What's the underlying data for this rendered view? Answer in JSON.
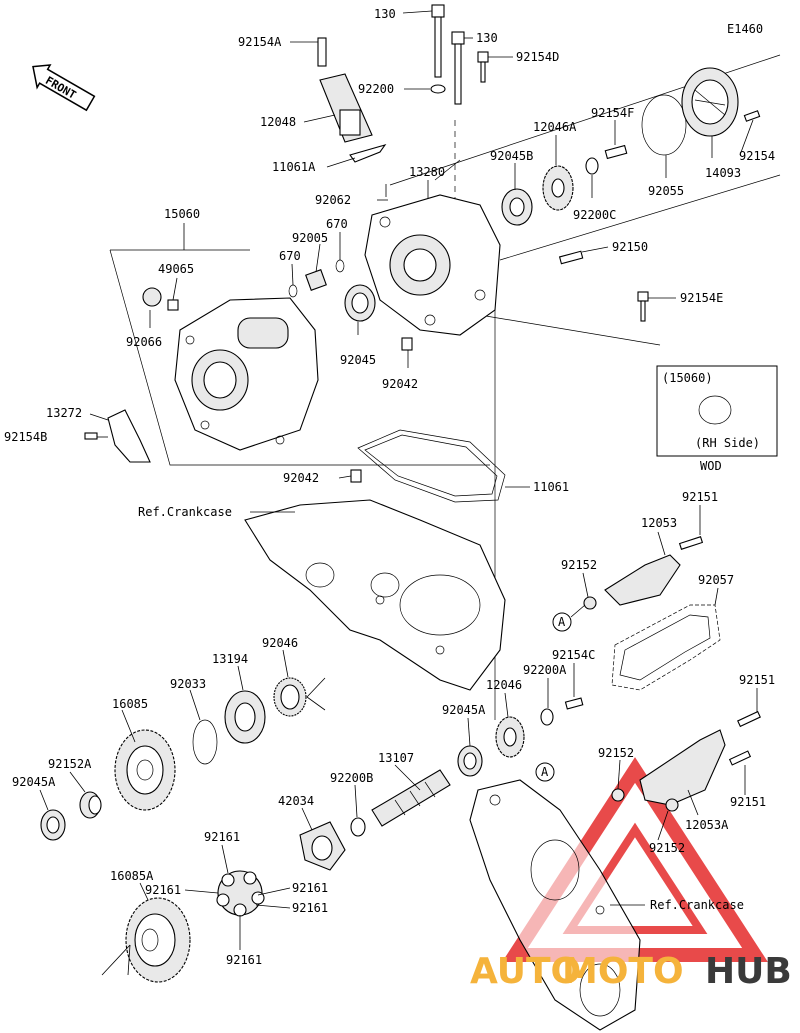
{
  "diagram_code": "E1460",
  "front_label": "FRONT",
  "wod_box": {
    "ref": "(15060)",
    "side": "(RH Side)",
    "caption": "WOD"
  },
  "callout_a": "A",
  "watermark": {
    "part1": "AUTO",
    "part2": "MOTO",
    "part3": "HUB",
    "colors": {
      "auto": "#f5b33b",
      "moto": "#f5b33b",
      "hub": "#3a3a3a",
      "triangle": "#e52b2b"
    }
  },
  "labels": {
    "l130a": "130",
    "l130b": "130",
    "l92154A": "92154A",
    "l92154D": "92154D",
    "l92200": "92200",
    "l12048": "12048",
    "l11061A": "11061A",
    "l92062": "92062",
    "l13280": "13280",
    "l15060": "15060",
    "l670a": "670",
    "l92005": "92005",
    "l670b": "670",
    "l49065": "49065",
    "l92066": "92066",
    "l92045": "92045",
    "l92042a": "92042",
    "l13272": "13272",
    "l92154B": "92154B",
    "l12046A": "12046A",
    "l92045B": "92045B",
    "l92154F": "92154F",
    "l92154": "92154",
    "l92200C": "92200C",
    "l92055": "92055",
    "l14093": "14093",
    "l92150": "92150",
    "l92154E": "92154E",
    "l92042b": "92042",
    "l11061": "11061",
    "lRefCrank1": "Ref.Crankcase",
    "l92151a": "92151",
    "l12053": "12053",
    "l92152a": "92152",
    "l92057": "92057",
    "l92154C": "92154C",
    "l92200A": "92200A",
    "l12046": "12046",
    "l92045A": "92045A",
    "l13194": "13194",
    "l92046": "92046",
    "l92033": "92033",
    "l16085": "16085",
    "l92152A": "92152A",
    "l92045Aleft": "92045A",
    "l13107": "13107",
    "l92200B": "92200B",
    "l42034": "42034",
    "l92161a": "92161",
    "l92161b": "92161",
    "l92161c": "92161",
    "l92161d": "92161",
    "l92161e": "92161",
    "l16085A": "16085A",
    "l92151b": "92151",
    "l92152b": "92152",
    "l92151c": "92151",
    "l12053A": "12053A",
    "l92152c": "92152",
    "lRefCrank2": "Ref.Crankcase"
  }
}
